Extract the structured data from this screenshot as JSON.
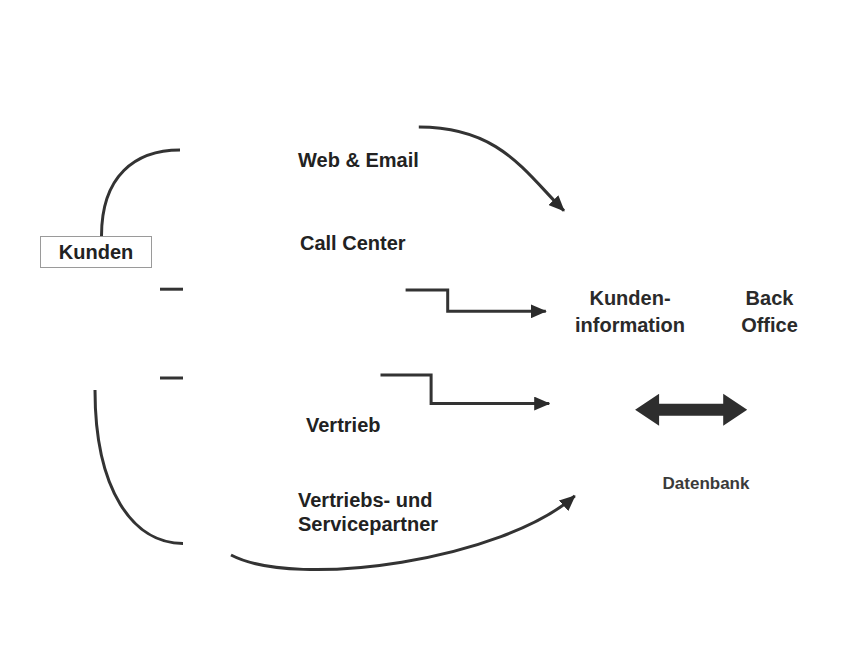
{
  "diagram": {
    "nodes": [
      {
        "text": [
          "Kunden"
        ]
      },
      {
        "text": [
          "Web & Email"
        ]
      },
      {
        "text": [
          "Call Center"
        ]
      },
      {
        "text": [
          "Vertrieb"
        ]
      },
      {
        "text": [
          "Vertriebs- und Servicepartner"
        ]
      },
      {
        "text": [
          "Kunden- information"
        ]
      },
      {
        "text": [
          "Back Office"
        ]
      },
      {
        "text": [
          "Datenbank"
        ]
      }
    ],
    "edges": [
      {
        "from": 0,
        "to": 1,
        "arrow": "none"
      },
      {
        "from": 0,
        "to": 2,
        "arrow": "none"
      },
      {
        "from": 0,
        "to": 3,
        "arrow": "none"
      },
      {
        "from": 0,
        "to": 4,
        "arrow": "none"
      },
      {
        "from": 1,
        "to": 5,
        "arrow": "to"
      },
      {
        "from": 2,
        "to": 5,
        "arrow": "to"
      },
      {
        "from": 3,
        "to": 5,
        "arrow": "to"
      },
      {
        "from": 4,
        "to": 5,
        "arrow": "to"
      },
      {
        "from": 5,
        "to": 6,
        "arrow": "both"
      }
    ]
  }
}
